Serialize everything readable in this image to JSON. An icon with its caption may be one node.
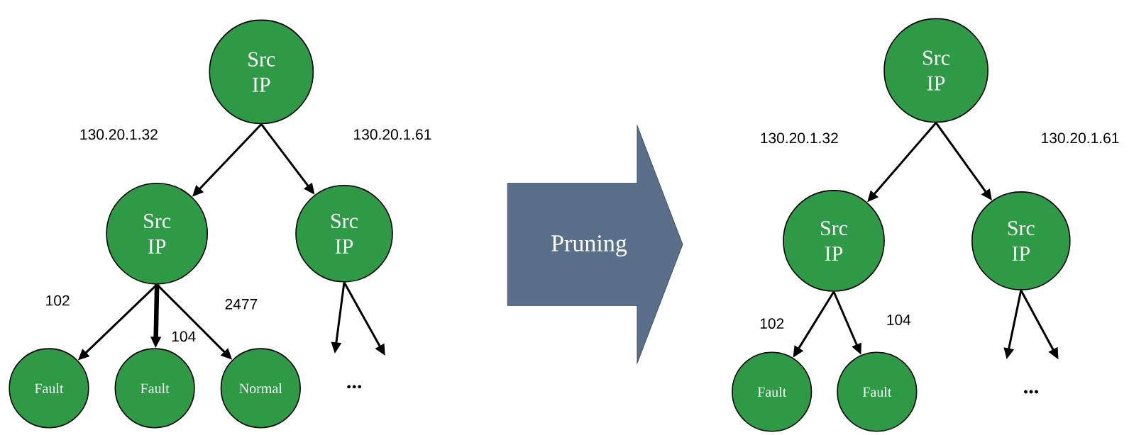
{
  "diagram": {
    "nodes": [
      {
        "text": [
          "Src IP"
        ]
      },
      {
        "text": [
          "Src IP"
        ]
      },
      {
        "text": [
          "Src IP"
        ]
      },
      {
        "text": [
          "Fault"
        ]
      },
      {
        "text": [
          "Fault"
        ]
      },
      {
        "text": [
          "Normal"
        ]
      },
      {
        "text": [
          "Pruning"
        ]
      },
      {
        "text": [
          "Src IP"
        ]
      },
      {
        "text": [
          "Src IP"
        ]
      },
      {
        "text": [
          "Src IP"
        ]
      },
      {
        "text": [
          "Fault"
        ]
      },
      {
        "text": [
          "Fault"
        ]
      }
    ],
    "edges": [
      {
        "from": 0,
        "to": 1,
        "arrow": "to",
        "label": "130.20.1.32"
      },
      {
        "from": 0,
        "to": 2,
        "arrow": "to",
        "label": "130.20.1.61"
      },
      {
        "from": 1,
        "to": 3,
        "arrow": "to",
        "label": "102"
      },
      {
        "from": 1,
        "to": 4,
        "arrow": "to",
        "label": "104",
        "style": "thick"
      },
      {
        "from": 1,
        "to": 5,
        "arrow": "to",
        "label": "2477"
      },
      {
        "from": 2,
        "to": null,
        "arrow": "to"
      },
      {
        "from": 2,
        "to": null,
        "arrow": "to"
      },
      {
        "from": 7,
        "to": 8,
        "arrow": "to",
        "label": "130.20.1.32"
      },
      {
        "from": 7,
        "to": 9,
        "arrow": "to",
        "label": "130.20.1.61"
      },
      {
        "from": 8,
        "to": 10,
        "arrow": "to",
        "label": "102"
      },
      {
        "from": 8,
        "to": 11,
        "arrow": "to",
        "label": "104"
      },
      {
        "from": 9,
        "to": null,
        "arrow": "to"
      },
      {
        "from": 9,
        "to": null,
        "arrow": "to"
      }
    ],
    "labels": [
      "...",
      "..."
    ]
  }
}
